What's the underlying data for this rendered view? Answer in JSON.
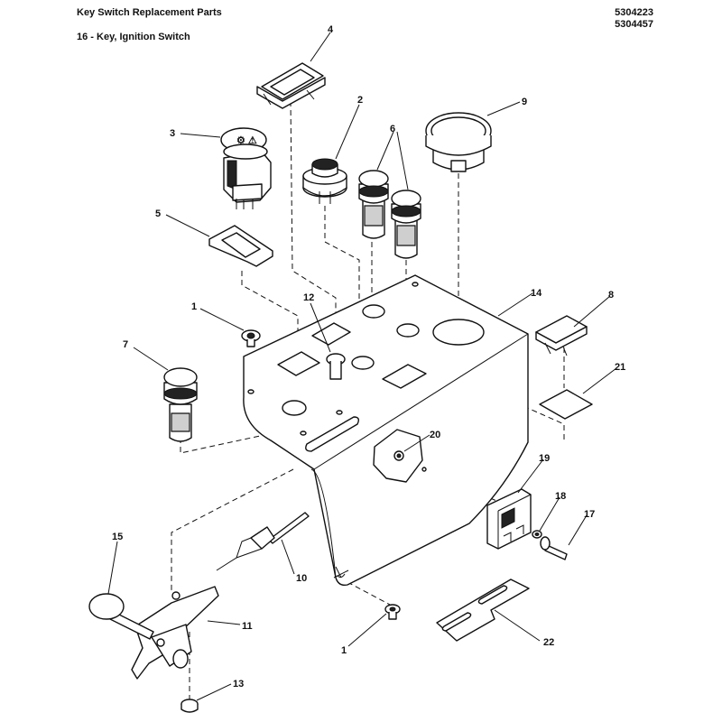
{
  "header": {
    "title": "Key Switch Replacement Parts",
    "subtitle": "16 - Key, Ignition Switch",
    "part_number_1": "5304223",
    "part_number_2": "5304457"
  },
  "callouts": {
    "c1a": "1",
    "c1b": "1",
    "c2": "2",
    "c3": "3",
    "c4": "4",
    "c5": "5",
    "c6": "6",
    "c7": "7",
    "c8": "8",
    "c9": "9",
    "c10": "10",
    "c11": "11",
    "c12": "12",
    "c13": "13",
    "c14": "14",
    "c15": "15",
    "c17": "17",
    "c18": "18",
    "c19": "19",
    "c20": "20",
    "c21": "21",
    "c22": "22"
  }
}
